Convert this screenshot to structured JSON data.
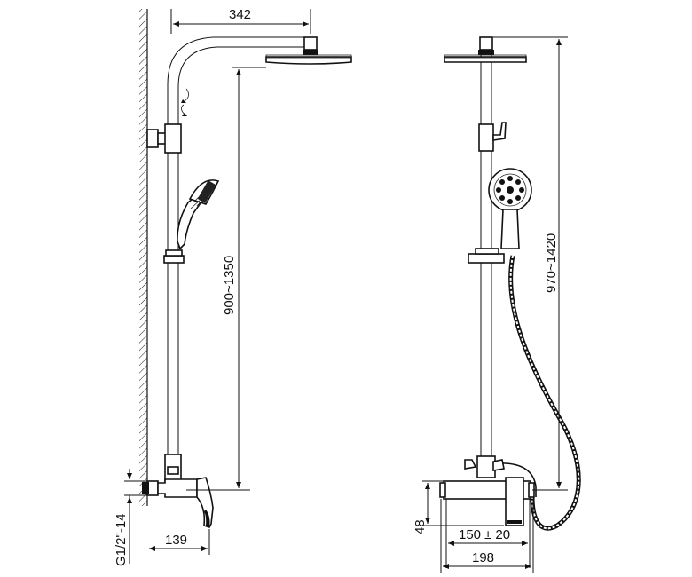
{
  "dimensions": {
    "rain_arm_length": "342",
    "side_height_range": "900~1350",
    "front_height_range": "970~1420",
    "pipe_thread": "G1/2\"-14",
    "side_depth": "139",
    "mixer_height": "48",
    "inlet_spacing": "150",
    "spacing_tolerance": "± 20",
    "mixer_width": "198"
  }
}
